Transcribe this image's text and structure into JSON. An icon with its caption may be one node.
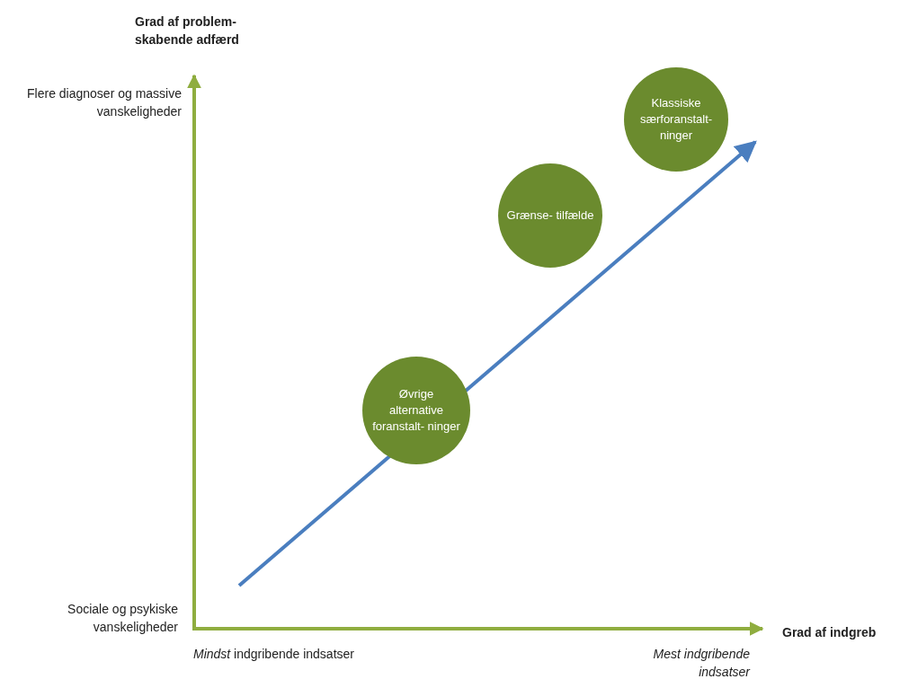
{
  "diagram": {
    "nodes": [
      {
        "text": [
          "Klassiske særforanstalt- ninger"
        ]
      },
      {
        "text": [
          "Grænse- tilfælde"
        ]
      },
      {
        "text": [
          "Øvrige alternative foranstalt- ninger"
        ]
      }
    ],
    "labels": [
      "Grad af problem- skabende adfærd",
      "Flere diagnoser og massive vanskeligheder",
      "Sociale og psykiske vanskeligheder",
      "Grad af indgreb",
      "*Mindst* indgribende indsatser",
      "Mest indgribende indsatser"
    ]
  }
}
